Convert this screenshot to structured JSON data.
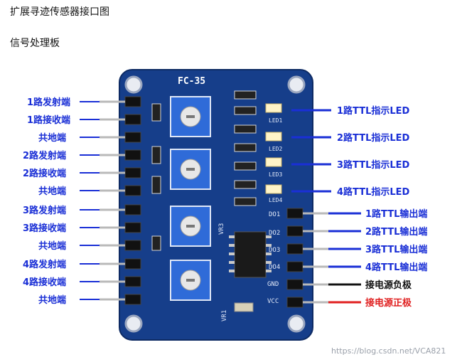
{
  "heading_main": "扩展寻迹传感器接口图",
  "heading_sub": "信号处理板",
  "board_label": "FC-35",
  "board_silk": {
    "led": [
      "LED1",
      "LED2",
      "LED3",
      "LED4"
    ],
    "pins": [
      "DO1",
      "DO2",
      "DO3",
      "DO4",
      "GND",
      "VCC"
    ],
    "vr3": "VR3",
    "vr1": "VR1"
  },
  "left_labels": [
    "1路发射端",
    "1路接收端",
    "共地端",
    "2路发射端",
    "2路接收端",
    "共地端",
    "3路发射端",
    "3路接收端",
    "共地端",
    "4路发射端",
    "4路接收端",
    "共地端"
  ],
  "right_led_labels": [
    "1路TTL指示LED",
    "2路TTL指示LED",
    "3路TTL指示LED",
    "4路TTL指示LED"
  ],
  "right_pin_labels": [
    "1路TTL输出端",
    "2路TTL输出端",
    "3路TTL输出端",
    "4路TTL输出端",
    "接电源负极",
    "接电源正极"
  ],
  "colors": {
    "label_blue": "#1a2fd6",
    "label_black": "#111111",
    "label_red": "#e02020",
    "pcb_blue": "#163e8a"
  },
  "watermark": "https://blog.csdn.net/VCA821"
}
